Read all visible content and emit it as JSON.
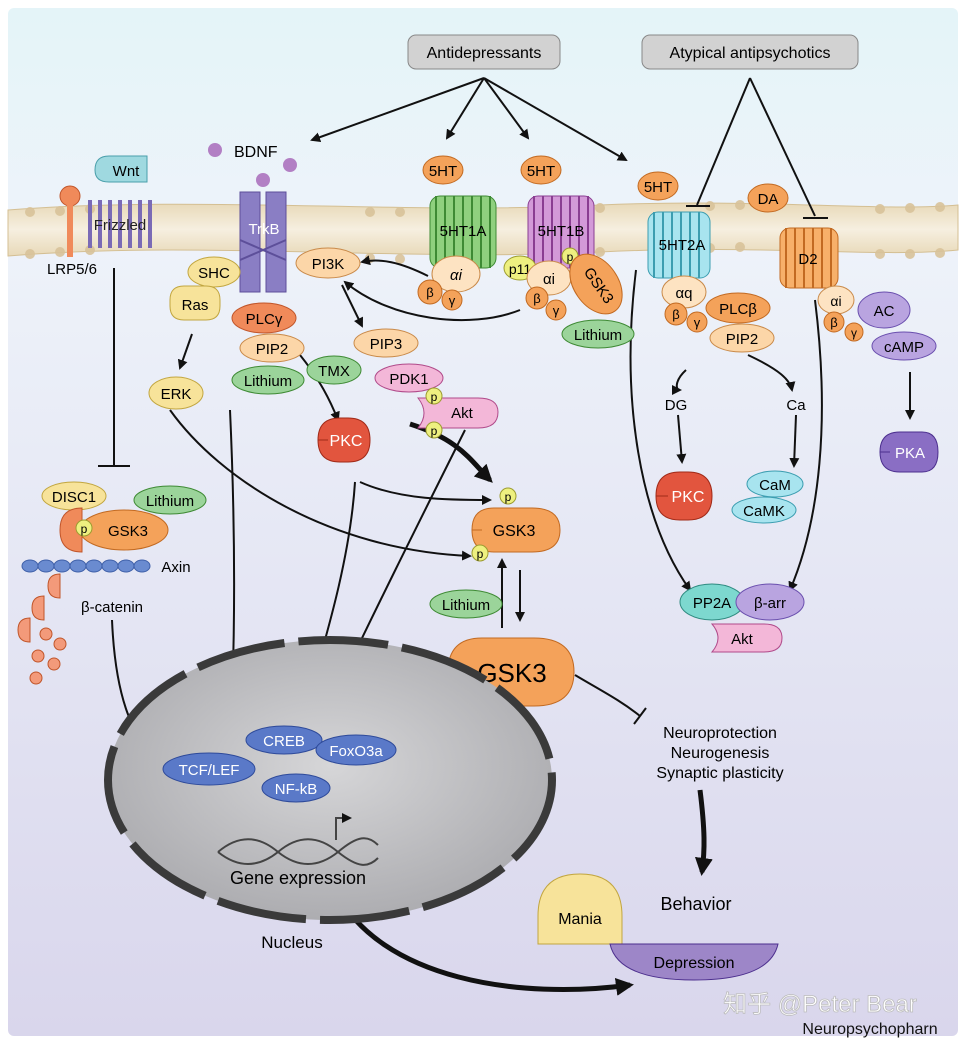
{
  "drugs": {
    "antidepressants": "Antidepressants",
    "atypical_antipsychotics": "Atypical antipsychotics"
  },
  "ligands": {
    "bdnf": "BDNF",
    "wnt": "Wnt",
    "ht_1a": "5HT",
    "ht_1b": "5HT",
    "ht_2a": "5HT",
    "da": "DA"
  },
  "receptors": {
    "frizzled": "Frizzled",
    "lrp": "LRP5/6",
    "trkb": "TrkB",
    "r5ht1a": "5HT1A",
    "r5ht1b": "5HT1B",
    "r5ht2a": "5HT2A",
    "d2": "D2"
  },
  "proteins": {
    "shc": "SHC",
    "ras": "Ras",
    "erk": "ERK",
    "plcg": "PLCγ",
    "pip2_left": "PIP2",
    "lithium_trkb": "Lithium",
    "tmx": "TMX",
    "pi3k": "PI3K",
    "pip3": "PIP3",
    "pdk1": "PDK1",
    "akt_center": "Akt",
    "pkc_center": "PKC",
    "alpha_i_1a": "αi",
    "beta_1a": "β",
    "gamma_1a": "γ",
    "p11": "p11",
    "alpha_i_1b": "αi",
    "beta_1b": "β",
    "gamma_1b": "γ",
    "gsk3_1b": "GSK3",
    "lithium_1b": "Lithium",
    "alpha_q": "αq",
    "beta_2a": "β",
    "gamma_2a": "γ",
    "plcb": "PLCβ",
    "pip2_right": "PIP2",
    "dg": "DG",
    "ca": "Ca",
    "pkc_right": "PKC",
    "cam": "CaM",
    "camk": "CaMK",
    "alpha_i_d2": "αi",
    "beta_d2": "β",
    "gamma_d2": "γ",
    "ac": "AC",
    "camp": "cAMP",
    "pka": "PKA",
    "pp2a": "PP2A",
    "b_arr": "β-arr",
    "akt_right": "Akt",
    "disc1": "DISC1",
    "lithium_disc1": "Lithium",
    "gsk3_left": "GSK3",
    "axin": "Axin",
    "b_catenin": "β-catenin",
    "gsk3_mid": "GSK3",
    "lithium_mid": "Lithium",
    "gsk3_big": "GSK3",
    "p_mark": "p"
  },
  "nucleus": {
    "label": "Nucleus",
    "creb": "CREB",
    "foxo3a": "FoxO3a",
    "tcf_lef": "TCF/LEF",
    "nfkb": "NF-kB",
    "gene_expression": "Gene expression"
  },
  "outcomes": {
    "neuroprotection": "Neuroprotection",
    "neurogenesis": "Neurogenesis",
    "synaptic_plasticity": "Synaptic plasticity",
    "behavior": "Behavior",
    "mania": "Mania",
    "depression": "Depression"
  },
  "watermark": {
    "text": "知乎 @Peter Bear",
    "source": "Neuropsychopharn"
  },
  "colors": {
    "orange": "#f4a25a",
    "green": "#9bd49a",
    "yellow": "#f7e39a",
    "red_pkc": "#e2553e",
    "purple": "#a08ac8",
    "blue": "#5a79c8",
    "teal": "#8fd6dc",
    "pink": "#f3b7d8"
  }
}
